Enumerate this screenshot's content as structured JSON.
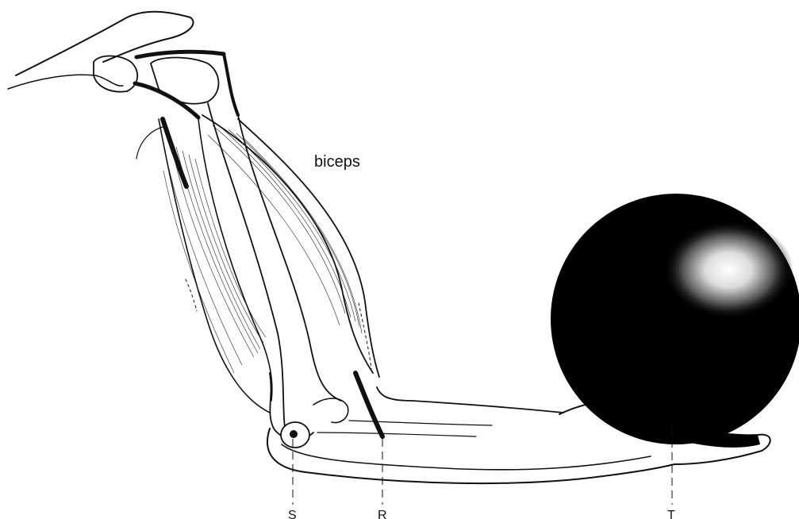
{
  "labels": {
    "muscle": "biceps",
    "fulcrum": "S",
    "effort": "R",
    "load": "T"
  },
  "colors": {
    "ink": "#111111",
    "paper": "#ffffff",
    "ball": "#000000"
  }
}
